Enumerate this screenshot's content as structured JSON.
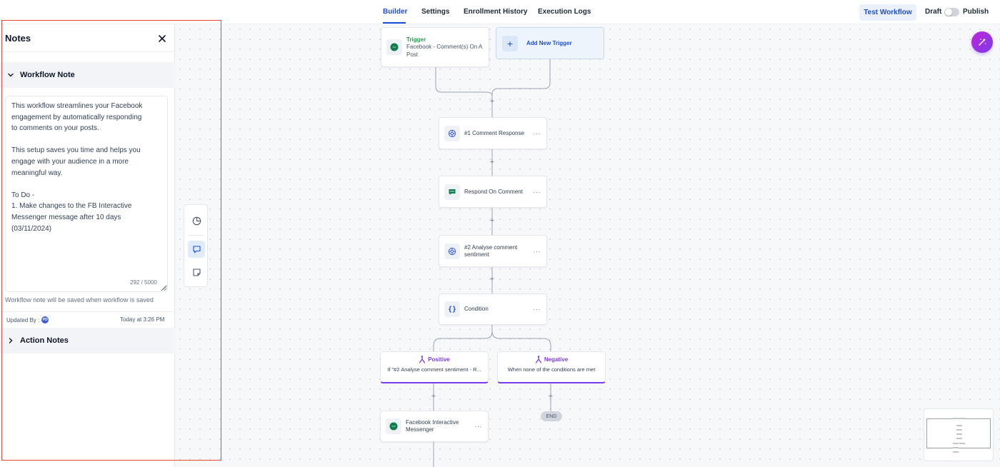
{
  "topbar": {
    "tabs": [
      {
        "label": "Builder",
        "active": true
      },
      {
        "label": "Settings",
        "active": false
      },
      {
        "label": "Enrollment History",
        "active": false
      },
      {
        "label": "Execution Logs",
        "active": false
      }
    ],
    "test_workflow_label": "Test Workflow",
    "draft_label": "Draft",
    "publish_label": "Publish",
    "publish_toggle_on": false
  },
  "notes": {
    "title": "Notes",
    "workflow_section_label": "Workflow Note",
    "note_text": "This workflow streamlines your Facebook\nengagement by automatically responding\nto comments on your posts.\n\nThis setup saves you time and helps you\nengage with your audience in a more\nmeaningful way.\n\nTo Do -\n1. Make changes to the FB Interactive\nMessenger message after 10 days\n(03/11/2024)",
    "char_count": "292 / 5000",
    "save_hint": "Workflow note will be saved when workflow is saved",
    "updated_by_label": "Updated By :",
    "avatar_initials": "PD",
    "updated_time": "Today at 3:26 PM",
    "action_section_label": "Action Notes"
  },
  "canvas": {
    "trigger": {
      "title": "Trigger",
      "subtitle_line1": "Facebook - Comment(s) On A",
      "subtitle_line2": "Post",
      "icon": "messenger-icon"
    },
    "add_trigger_label": "Add New Trigger",
    "nodes": [
      {
        "label_line1": "#1 Comment Response",
        "label_line2": "",
        "icon": "openai-icon"
      },
      {
        "label_line1": "Respond On Comment",
        "label_line2": "",
        "icon": "chat-reply-icon"
      },
      {
        "label_line1": "#2 Analyse comment",
        "label_line2": "sentiment",
        "icon": "openai-icon"
      },
      {
        "label_line1": "Condition",
        "label_line2": "",
        "icon": "braces-icon"
      }
    ],
    "node_menu_glyph": "···",
    "branches": [
      {
        "title": "Positive",
        "description": "If \"#2 Analyse comment sentiment - R..."
      },
      {
        "title": "Negative",
        "description": "When none of the conditions are met"
      }
    ],
    "messenger_node": {
      "label_line1": "Facebook Interactive",
      "label_line2": "Messenger",
      "icon": "messenger-icon"
    },
    "end_label": "END",
    "plus_glyph": "+"
  },
  "colors": {
    "accent": "#1d4ed8",
    "branch": "#7c3aed",
    "trigger": "#16a34a",
    "messenger_green": "#0f7b4f",
    "highlight": "#e5483b"
  }
}
